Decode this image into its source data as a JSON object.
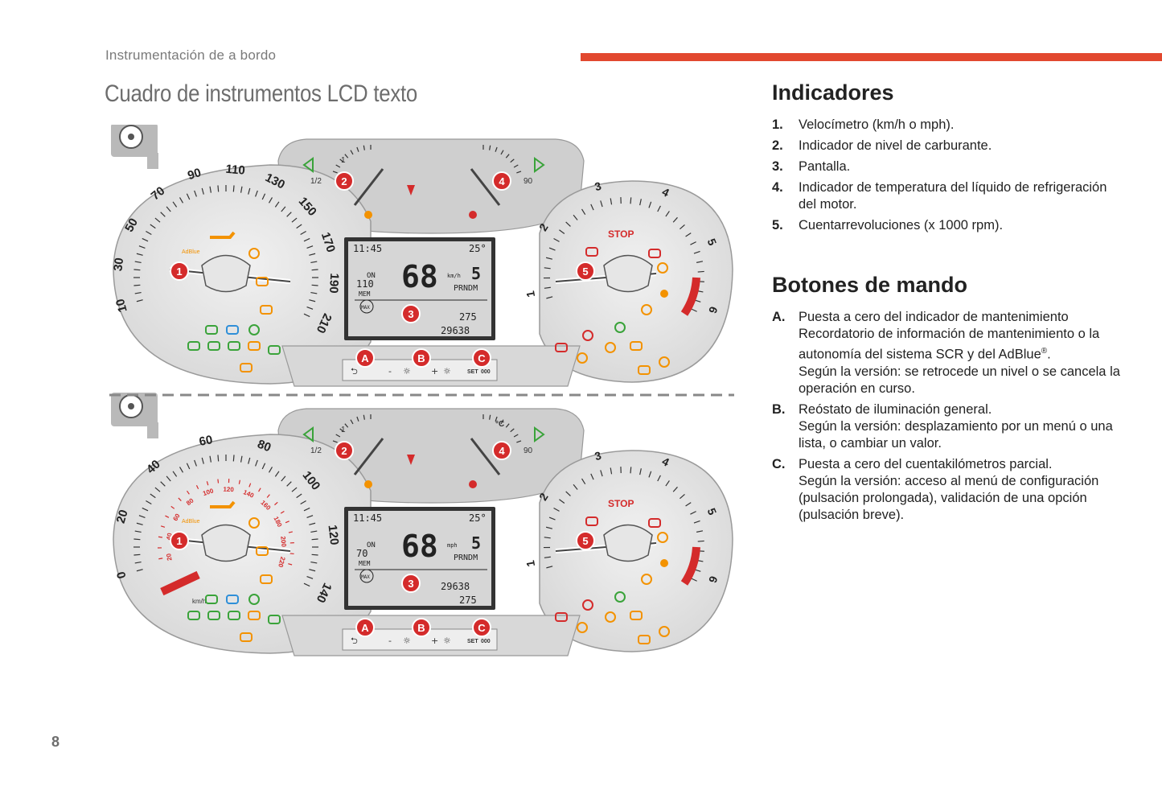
{
  "header": {
    "section": "Instrumentación de a bordo",
    "accent_color": "#e2482f"
  },
  "title": "Cuadro de instrumentos LCD texto",
  "indicadores": {
    "heading": "Indicadores",
    "items": [
      {
        "num": "1.",
        "text": "Velocímetro (km/h o mph)."
      },
      {
        "num": "2.",
        "text": "Indicador de nivel de carburante."
      },
      {
        "num": "3.",
        "text": "Pantalla."
      },
      {
        "num": "4.",
        "text": "Indicador de temperatura del líquido de refrigeración del motor."
      },
      {
        "num": "5.",
        "text": "Cuentarrevoluciones (x 1000 rpm)."
      }
    ]
  },
  "botones": {
    "heading": "Botones de mando",
    "items": [
      {
        "num": "A.",
        "lines": [
          "Puesta a cero del indicador de mantenimiento",
          "Recordatorio de información de mantenimiento o la autonomía del sistema SCR y del AdBlue",
          "Según la versión: se retrocede un nivel o se cancela la operación en curso."
        ],
        "reg": "®",
        "reg_after": "."
      },
      {
        "num": "B.",
        "lines": [
          "Reóstato de iluminación general.",
          "Según la versión: desplazamiento por un menú o una lista, o cambiar un valor."
        ]
      },
      {
        "num": "C.",
        "lines": [
          "Puesta a cero del cuentakilómetros parcial.",
          "Según la versión: acceso al menú de configuración (pulsación prolongada), validación de una opción (pulsación breve)."
        ]
      }
    ]
  },
  "figure": {
    "panels": [
      {
        "speed_ticks": [
          "10",
          "30",
          "50",
          "70",
          "90",
          "110",
          "130",
          "150",
          "170",
          "190",
          "210"
        ],
        "secondary_ticks": [],
        "lcd": {
          "time": "11:45",
          "temp": "25°",
          "speed": "68",
          "unit": "km/h",
          "gear": "5",
          "gears": "PRNDM",
          "on": "ON",
          "set": "110",
          "mem": "MEM",
          "max": "MAX",
          "range": "275",
          "odo": "29638"
        }
      },
      {
        "speed_ticks": [
          "0",
          "20",
          "40",
          "60",
          "80",
          "100",
          "120",
          "140"
        ],
        "secondary_ticks": [
          "20",
          "40",
          "60",
          "80",
          "100",
          "120",
          "140",
          "160",
          "180",
          "200",
          "220"
        ],
        "lcd": {
          "time": "11:45",
          "temp": "25°",
          "speed": "68",
          "unit": "mph",
          "gear": "5",
          "gears": "PRNDM",
          "on": "ON",
          "set": "70",
          "mem": "MEM",
          "max": "MAX",
          "range": "275",
          "odo": "29638"
        }
      }
    ],
    "rpm_ticks": [
      "1",
      "2",
      "3",
      "4",
      "5",
      "6"
    ],
    "fuel_labels": [
      "1",
      "1/2"
    ],
    "temp_labels": [
      "90"
    ],
    "temp_unit": "°C",
    "callouts": [
      "1",
      "2",
      "3",
      "4",
      "5",
      "A",
      "B",
      "C"
    ],
    "stop_label": "STOP",
    "adblue_label": "AdBlue",
    "kmh_label": "km/h",
    "set_label": "SET",
    "reset_label": "000",
    "callout_color": "#d42b2b",
    "warning_orange": "#f39200",
    "warning_green": "#3aa33a",
    "warning_red": "#d42b2b"
  },
  "page_number": "8"
}
